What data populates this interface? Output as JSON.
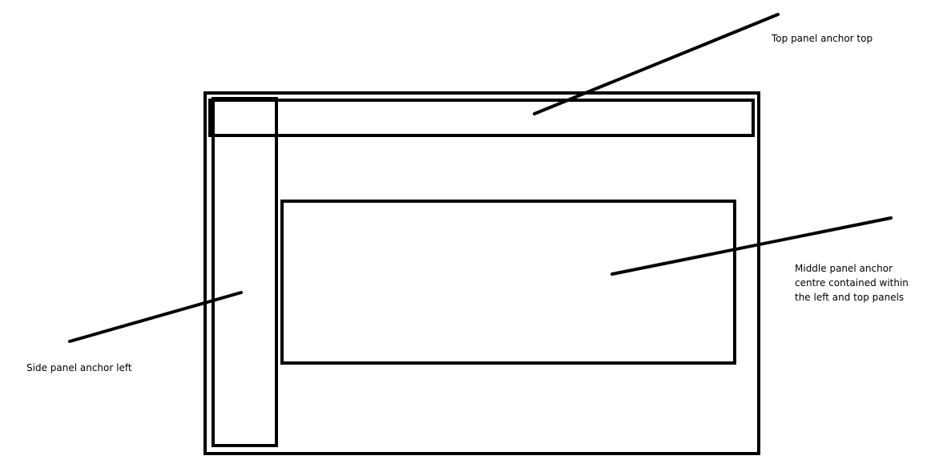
{
  "labels": {
    "top_panel": "Top panel anchor top",
    "side_panel": "Side panel anchor left",
    "middle_panel": "Middle panel anchor centre contained within the left and top panels"
  },
  "colors": {
    "stroke": "#000000",
    "background": "#ffffff"
  }
}
